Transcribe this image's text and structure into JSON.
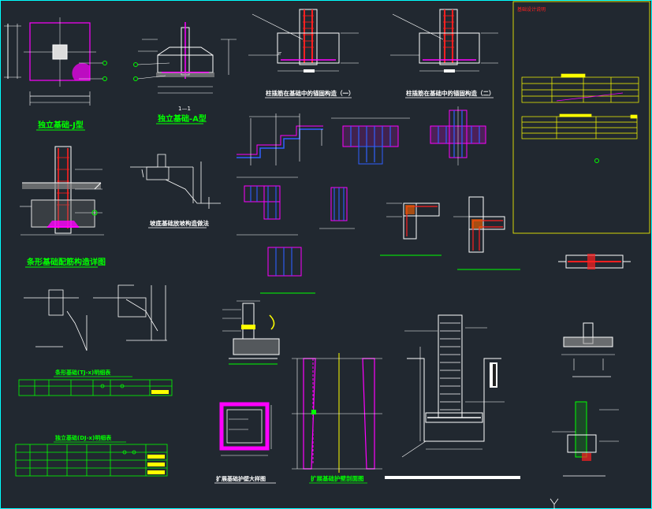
{
  "title_labels": {
    "pad_a": "独立基础-J型",
    "pad_b": "独立基础-A型",
    "strip": "条形基础配筋构造详图",
    "col1": "柱插筋在基础中的锚固构造（一）",
    "col2": "柱插筋在基础中的锚固构造（二）",
    "slope": "坡底基础放坡构造做法",
    "pier_plan": "扩展基础护壁大样图",
    "pier_section": "扩展基础护壁剖面图",
    "table1": "条形基础(TJ-x)明细表",
    "table2": "独立基础(DJ-x)明细表"
  },
  "notes_title": "基础设计说明",
  "colors": {
    "background": "#212830",
    "line": "#ffffff",
    "green": "#00ff00",
    "red": "#ff2020",
    "magenta": "#ff00ff",
    "yellow": "#ffff00",
    "cyan": "#00ffff",
    "blue": "#3060ff"
  }
}
